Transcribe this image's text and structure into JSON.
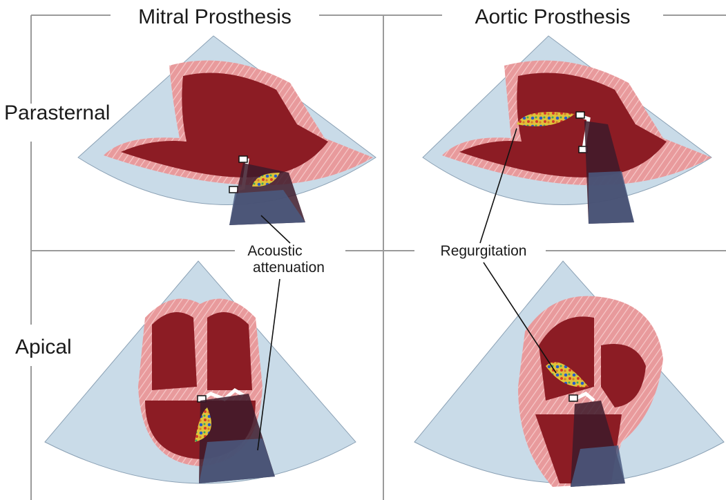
{
  "columns": {
    "mitral": "Mitral Prosthesis",
    "aortic": "Aortic Prosthesis"
  },
  "rows": {
    "parasternal": "Parasternal",
    "apical": "Apical"
  },
  "annotations": {
    "acoustic_line1": "Acoustic",
    "acoustic_line2": "attenuation",
    "regurgitation": "Regurgitation"
  },
  "colors": {
    "sector": "#c9dbe8",
    "myocardium": "#e89a9c",
    "blood": "#8c1c24",
    "shadow": "#3d1a2a",
    "attenuation": "#4a5a80",
    "frame": "#9a9a9a"
  }
}
